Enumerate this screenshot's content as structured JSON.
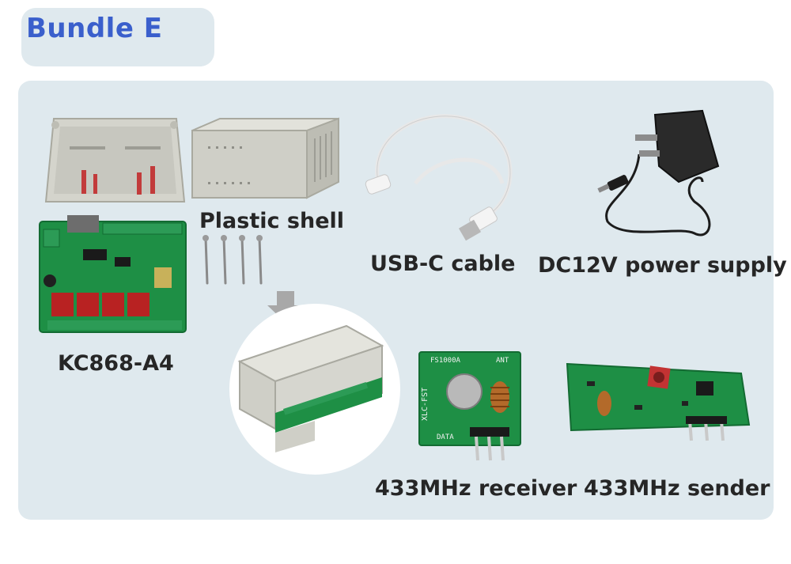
{
  "header": {
    "title": "Bundle E"
  },
  "items": {
    "controller": {
      "label": "KC868-A4"
    },
    "shell": {
      "label": "Plastic shell"
    },
    "cable": {
      "label": "USB-C cable"
    },
    "power": {
      "label": "DC12V power supply"
    },
    "receiver": {
      "label": "433MHz receiver",
      "silk_top": "FS1000A",
      "silk_side": "XLC-FST",
      "silk_ant": "ANT",
      "silk_data": "DATA"
    },
    "sender": {
      "label": "433MHz sender"
    }
  },
  "colors": {
    "title": "#3a5fcc",
    "panel": "#dfe9ee",
    "pcb_green": "#1e8f45",
    "shell_grey": "#d6d6cf"
  }
}
